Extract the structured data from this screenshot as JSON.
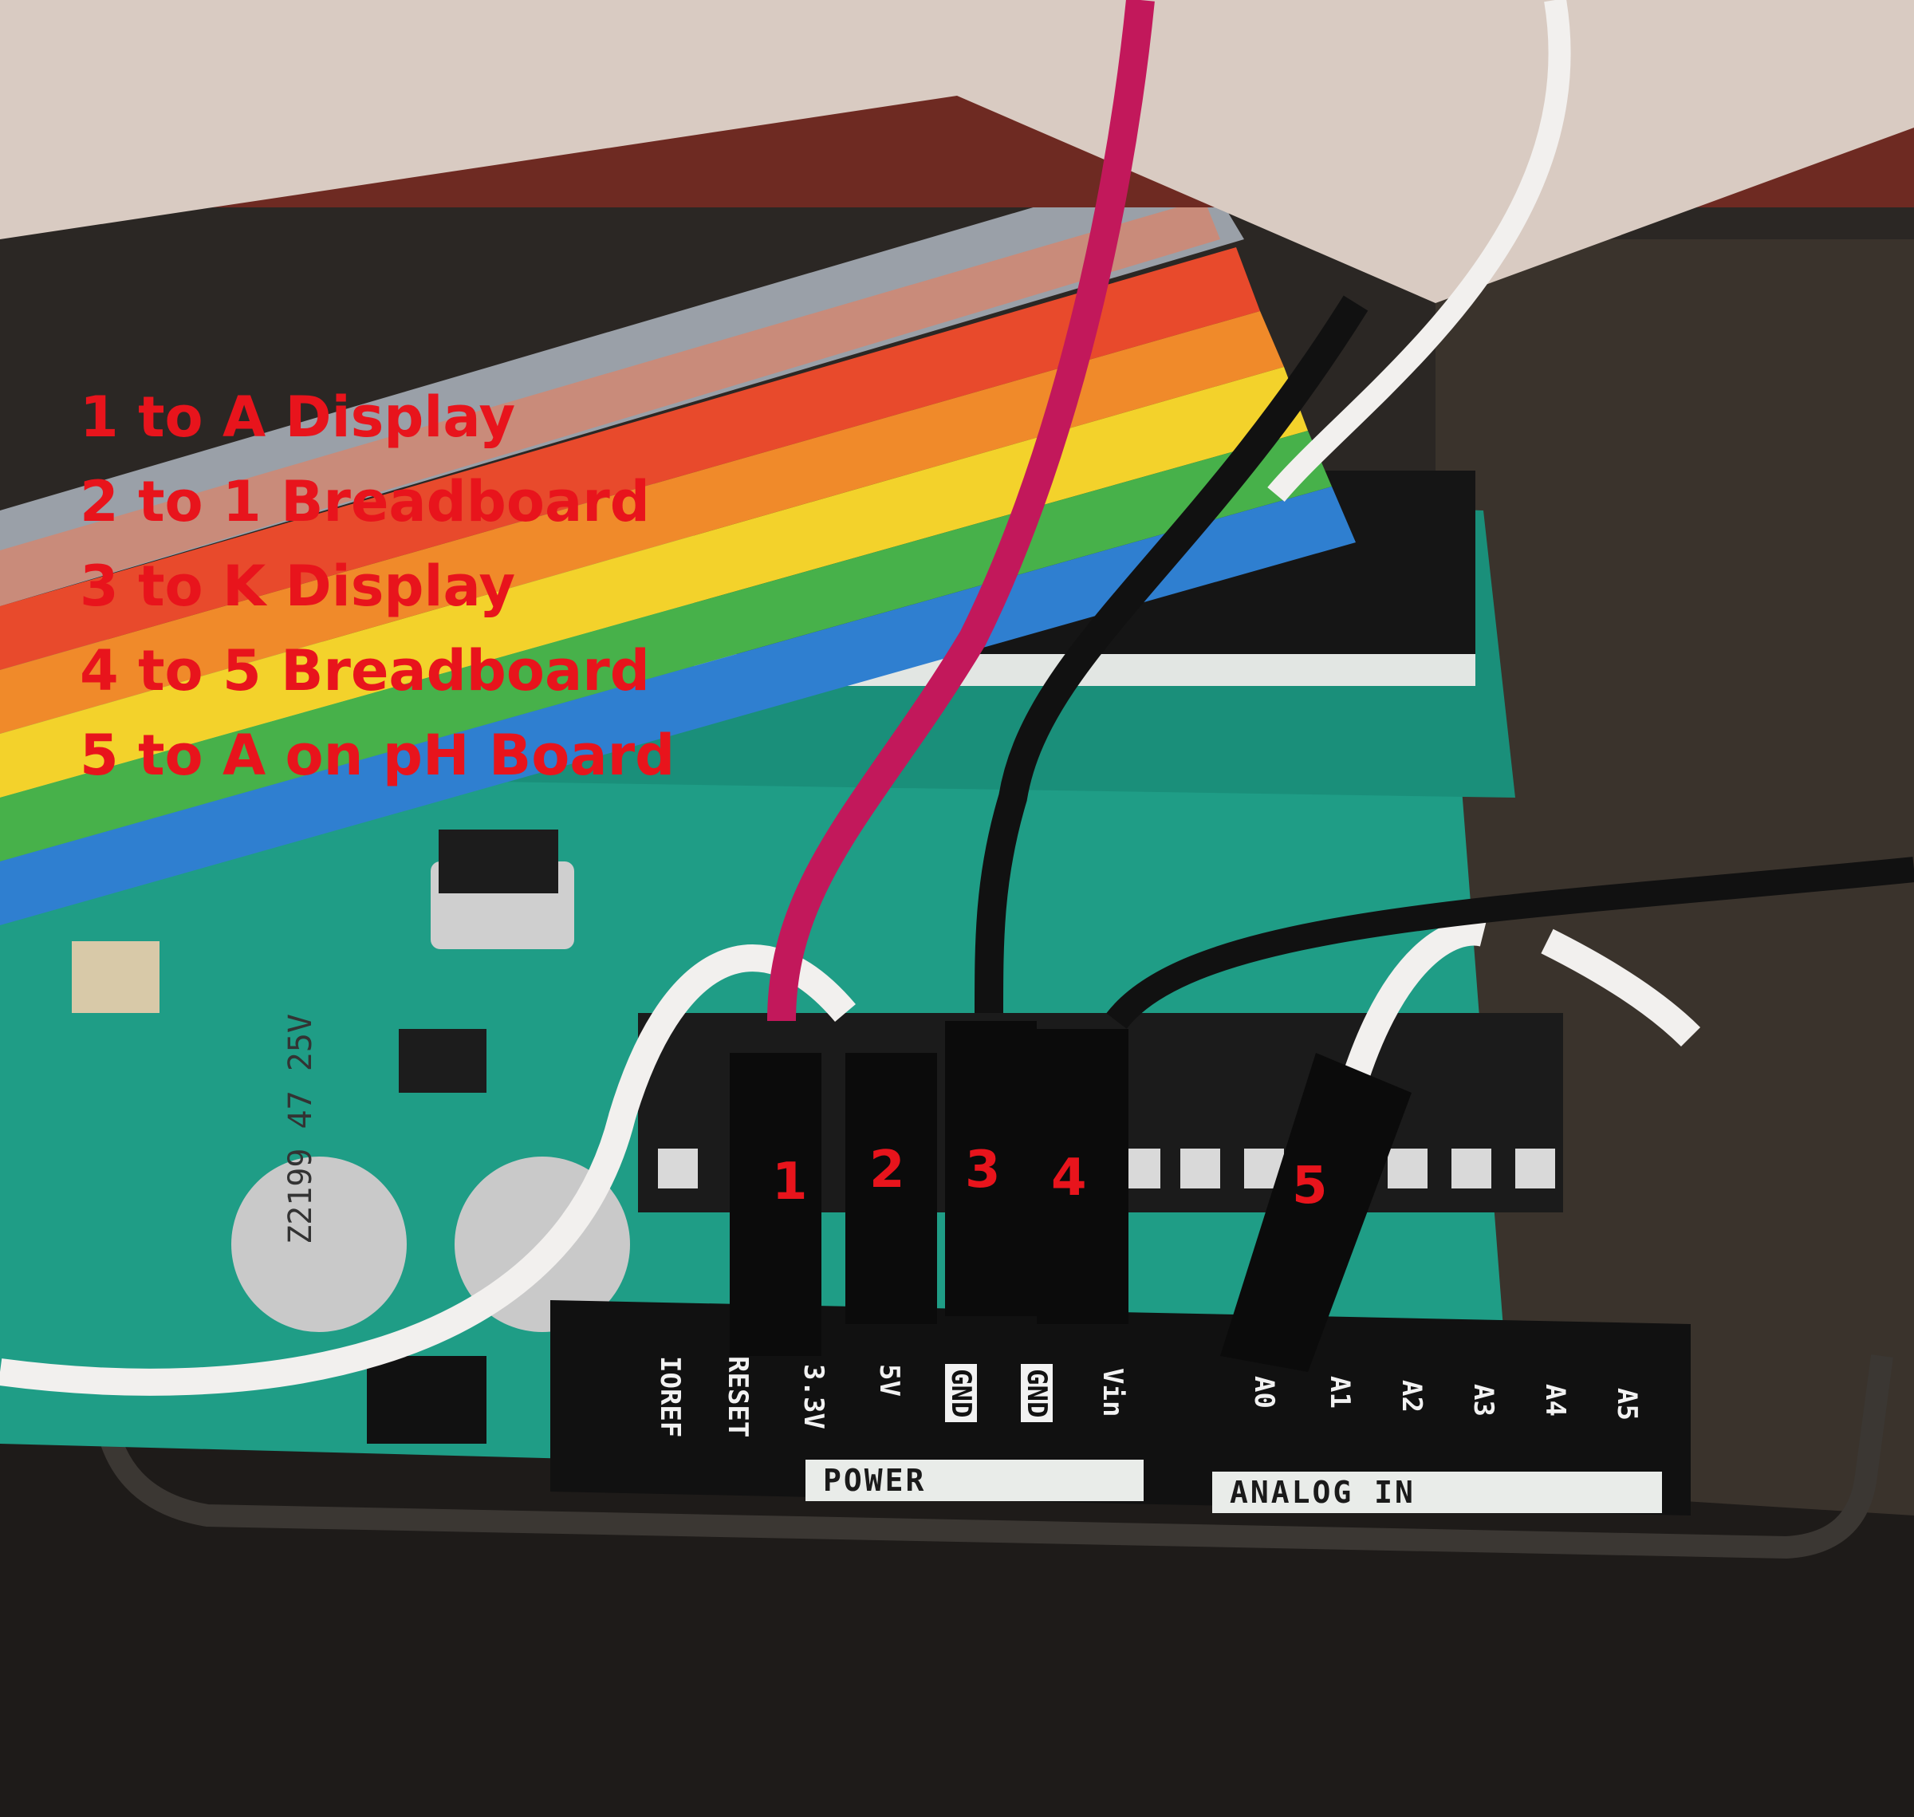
{
  "annotation": {
    "color": "#e8141c",
    "legend": [
      "1 to A Display",
      "2 to 1 Breadboard",
      "3 to K Display",
      "4 to 5 Breadboard",
      "5 to A on pH Board"
    ],
    "wire_numbers": [
      "1",
      "2",
      "3",
      "4",
      "5"
    ]
  },
  "board": {
    "header_labels": [
      "IOREF",
      "RESET",
      "3.3V",
      "5V",
      "GND",
      "GND",
      "Vin",
      "A0",
      "A1",
      "A2",
      "A3",
      "A4",
      "A5"
    ],
    "power_label": "POWER",
    "analog_label": "ANALOG IN"
  },
  "colors": {
    "pcb": "#1f9d86",
    "enclosure": "#2b2724",
    "wire_red": "#c2185b",
    "wire_black": "#111111",
    "wire_white": "#f2f0ee"
  }
}
